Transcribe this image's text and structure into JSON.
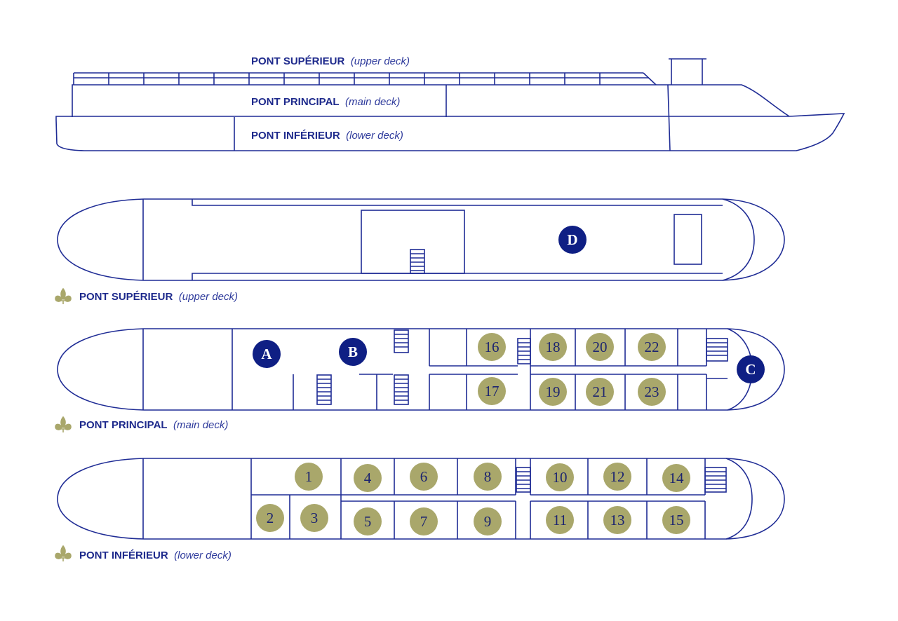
{
  "colors": {
    "line": "#1f2c95",
    "gold_marker": "#a9a76b",
    "blue_marker": "#0f1f84",
    "label": "#1e2a8c",
    "fleur": "#a9a76b"
  },
  "profile": {
    "upper": {
      "name": "PONT SUPÉRIEUR",
      "translation": "(upper deck)"
    },
    "main": {
      "name": "PONT PRINCIPAL",
      "translation": "(main deck)"
    },
    "lower": {
      "name": "PONT INFÉRIEUR",
      "translation": "(lower deck)"
    }
  },
  "plans": {
    "upper": {
      "name": "PONT SUPÉRIEUR",
      "translation": "(upper deck)",
      "icon": "fleur-de-lis-icon"
    },
    "main": {
      "name": "PONT PRINCIPAL",
      "translation": "(main deck)",
      "icon": "fleur-de-lis-icon"
    },
    "lower": {
      "name": "PONT INFÉRIEUR",
      "translation": "(lower deck)",
      "icon": "fleur-de-lis-icon"
    }
  },
  "areas": {
    "upper": [
      "D"
    ],
    "main": [
      "A",
      "B",
      "C"
    ]
  },
  "cabins": {
    "main": [
      "16",
      "17",
      "18",
      "19",
      "20",
      "21",
      "22",
      "23"
    ],
    "lower": [
      "1",
      "2",
      "3",
      "4",
      "5",
      "6",
      "7",
      "8",
      "9",
      "10",
      "11",
      "12",
      "13",
      "14",
      "15"
    ]
  }
}
